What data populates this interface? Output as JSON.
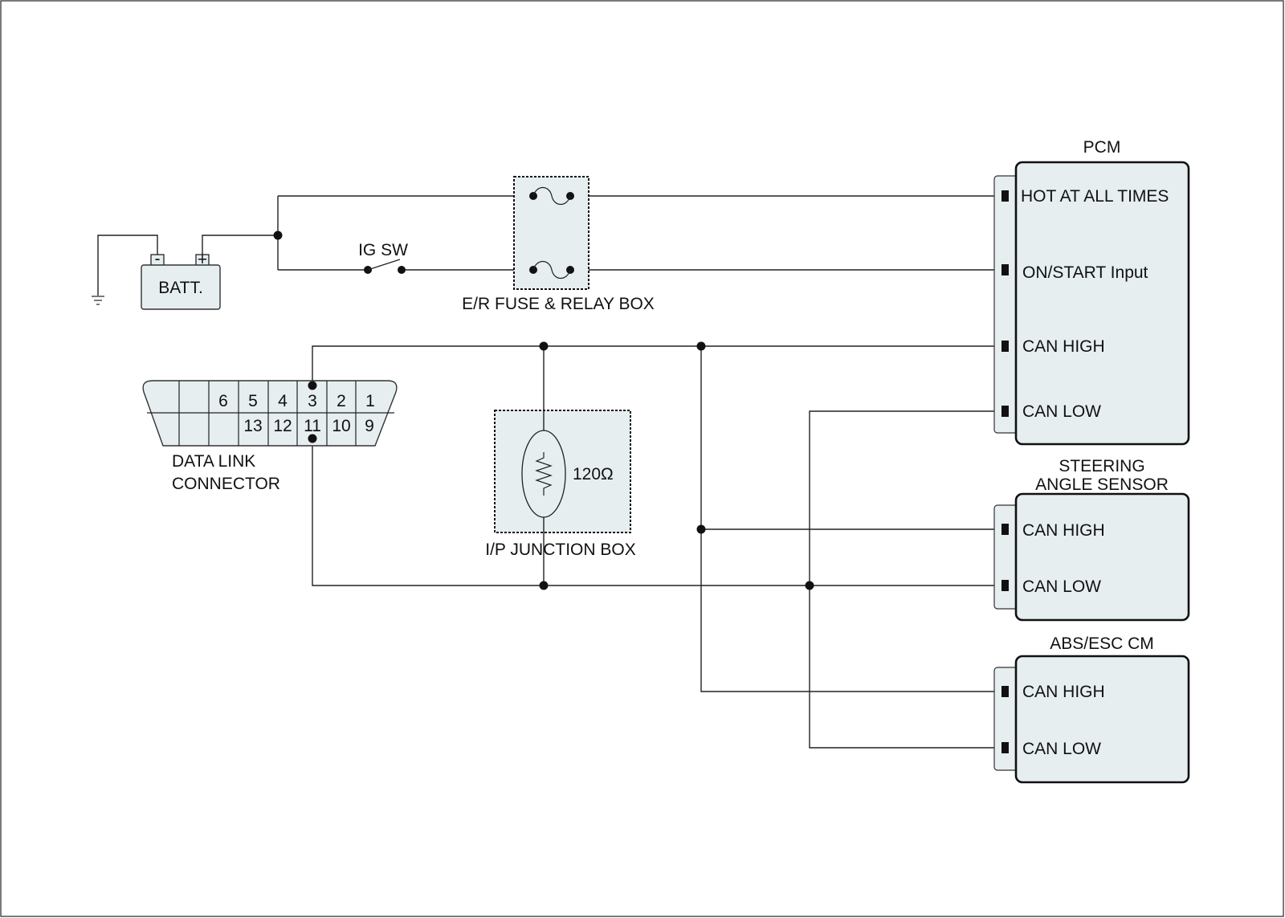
{
  "battery": {
    "label": "BATT.",
    "neg": "-",
    "pos": "+"
  },
  "ig_switch": {
    "label": "IG SW"
  },
  "fuse_box": {
    "label": "E/R FUSE & RELAY BOX"
  },
  "junction_box": {
    "label": "I/P JUNCTION BOX",
    "resistor": "120Ω"
  },
  "dlc": {
    "label_line1": "DATA LINK",
    "label_line2": "CONNECTOR",
    "top_pins": [
      "6",
      "5",
      "4",
      "3",
      "2",
      "1"
    ],
    "bottom_pins": [
      "13",
      "12",
      "11",
      "10",
      "9"
    ]
  },
  "pcm": {
    "title": "PCM",
    "pins": [
      "HOT AT ALL TIMES",
      "ON/START Input",
      "CAN HIGH",
      "CAN LOW"
    ]
  },
  "sas": {
    "title_line1": "STEERING",
    "title_line2": "ANGLE SENSOR",
    "pins": [
      "CAN HIGH",
      "CAN LOW"
    ]
  },
  "abs": {
    "title": "ABS/ESC CM",
    "pins": [
      "CAN HIGH",
      "CAN LOW"
    ]
  }
}
